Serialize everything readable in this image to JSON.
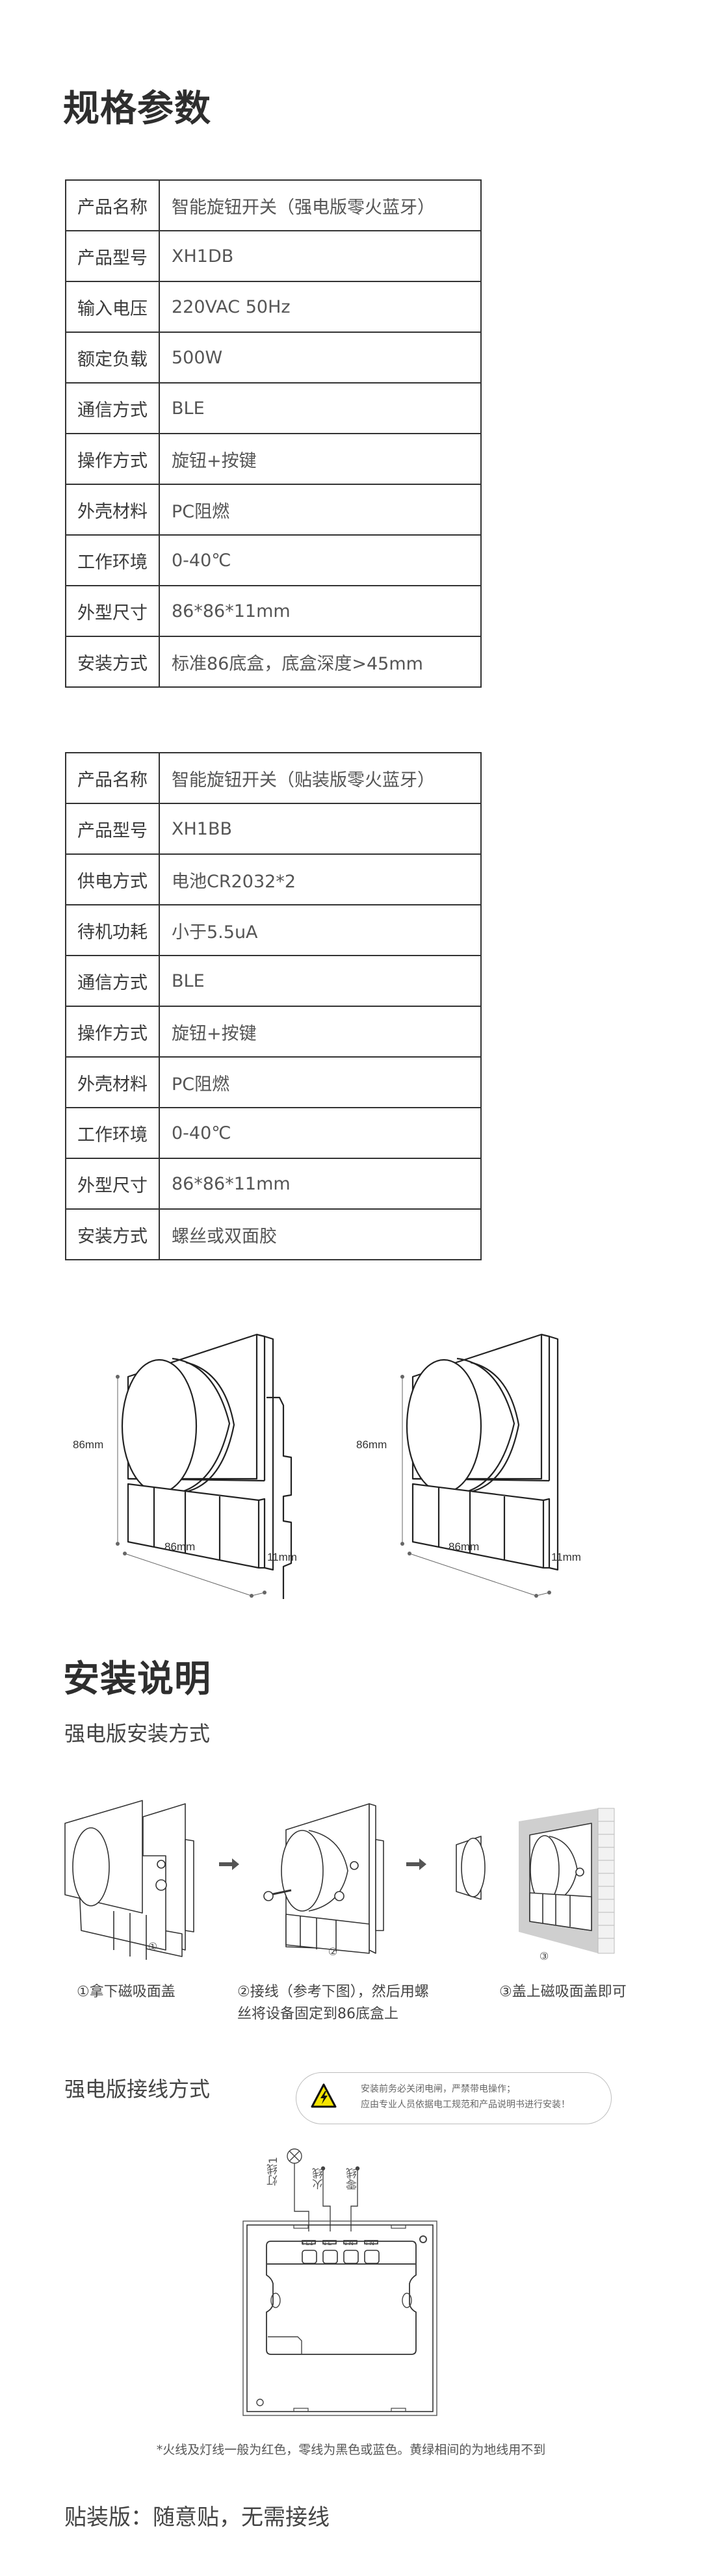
{
  "spec_section": {
    "title": "规格参数",
    "tables": [
      {
        "rows": [
          {
            "key": "产品名称",
            "value": "智能旋钮开关（强电版零火蓝牙）"
          },
          {
            "key": "产品型号",
            "value": "XH1DB"
          },
          {
            "key": "输入电压",
            "value": "220VAC 50Hz"
          },
          {
            "key": "额定负载",
            "value": "500W"
          },
          {
            "key": "通信方式",
            "value": "BLE"
          },
          {
            "key": "操作方式",
            "value": "旋钮+按键"
          },
          {
            "key": "外壳材料",
            "value": "PC阻燃"
          },
          {
            "key": "工作环境",
            "value": "0-40℃"
          },
          {
            "key": "外型尺寸",
            "value": "86*86*11mm"
          },
          {
            "key": "安装方式",
            "value": "标准86底盒，底盒深度>45mm"
          }
        ]
      },
      {
        "rows": [
          {
            "key": "产品名称",
            "value": "智能旋钮开关（贴装版零火蓝牙）"
          },
          {
            "key": "产品型号",
            "value": "XH1BB"
          },
          {
            "key": "供电方式",
            "value": "电池CR2032*2"
          },
          {
            "key": "待机功耗",
            "value": "小于5.5uA"
          },
          {
            "key": "通信方式",
            "value": "BLE"
          },
          {
            "key": "操作方式",
            "value": "旋钮+按键"
          },
          {
            "key": "外壳材料",
            "value": "PC阻燃"
          },
          {
            "key": "工作环境",
            "value": "0-40℃"
          },
          {
            "key": "外型尺寸",
            "value": "86*86*11mm"
          },
          {
            "key": "安装方式",
            "value": "螺丝或双面胶"
          }
        ]
      }
    ],
    "dimension_diagrams": [
      {
        "height_label": "86mm",
        "width_label": "86mm",
        "depth_label": "11mm",
        "variant": "strong-current"
      },
      {
        "height_label": "86mm",
        "width_label": "86mm",
        "depth_label": "11mm",
        "variant": "stick-on"
      }
    ]
  },
  "install_section": {
    "title": "安装说明",
    "strong_install_subtitle": "强电版安装方式",
    "steps": [
      {
        "marker": "①",
        "caption_lines": [
          "①拿下磁吸面盖"
        ]
      },
      {
        "marker": "②",
        "caption_lines": [
          "②接线（参考下图），然后用螺",
          "丝将设备固定到86底盒上"
        ]
      },
      {
        "marker": "③",
        "caption_lines": [
          "③盖上磁吸面盖即可"
        ]
      }
    ],
    "wiring_subtitle": "强电版接线方式",
    "warning": {
      "icon": "high-voltage-warning-icon",
      "color": "#f5e400",
      "lines": [
        "安装前务必关闭电闸，严禁带电操作；",
        "应由专业人员依据电工规范和产品说明书进行安装！"
      ]
    },
    "wiring": {
      "wire_labels": [
        "灯线1",
        "火线",
        "零线"
      ],
      "terminals": [
        "↑L1",
        "↓L",
        "↓N",
        "↑N"
      ]
    },
    "note": "*火线及灯线一般为红色，零线为黑色或蓝色。黄绿相间的为地线用不到",
    "stick_on_title": "贴装版：随意贴，无需接线"
  }
}
